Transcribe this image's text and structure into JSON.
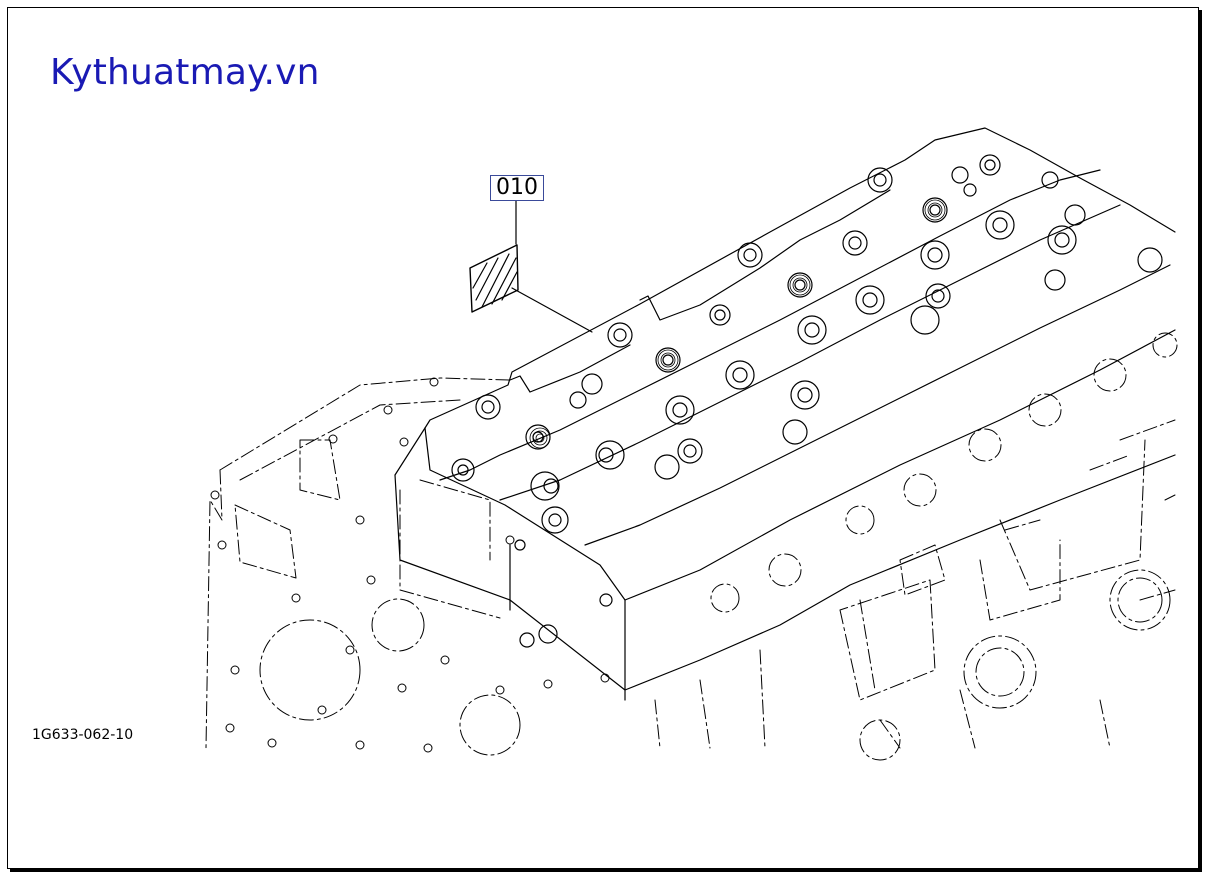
{
  "brand": {
    "text": "Kythuatmay.vn",
    "color": "#1a1ab4"
  },
  "figure": {
    "code": "1G633-062-10"
  },
  "parts": [
    {
      "ref": "010",
      "icon": "gasket-plate-icon"
    }
  ],
  "subject_icon": "engine-cylinder-head-icon"
}
